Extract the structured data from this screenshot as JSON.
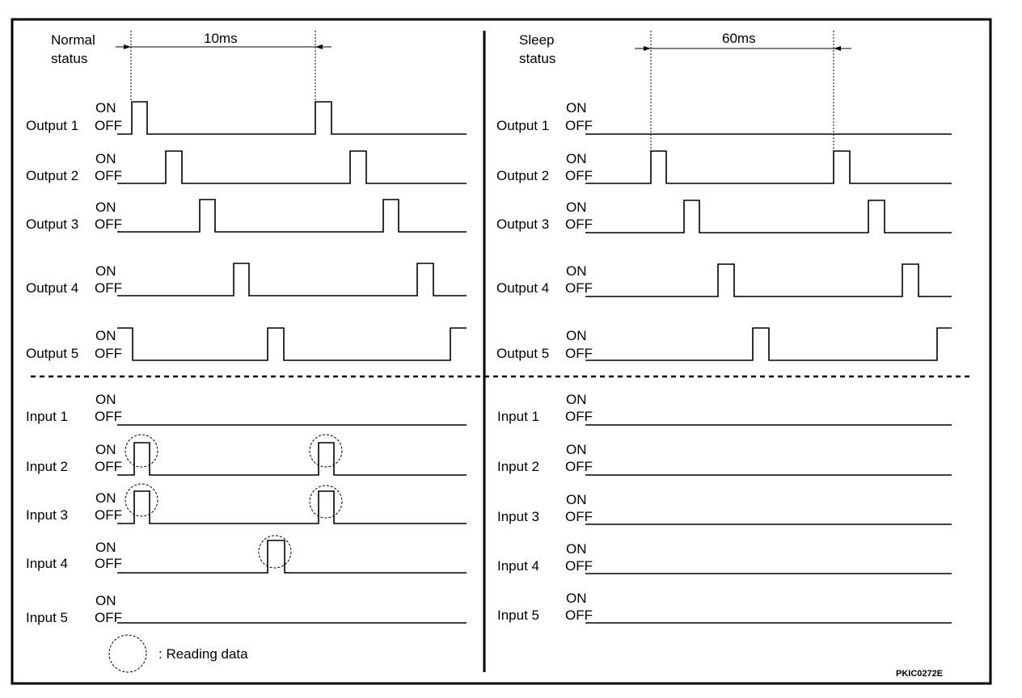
{
  "left_panel": {
    "status_label_line1": "Normal",
    "status_label_line2": "status",
    "period_label": "10ms"
  },
  "right_panel": {
    "status_label_line1": "Sleep",
    "status_label_line2": "status",
    "period_label": "60ms"
  },
  "on_label": "ON",
  "off_label": "OFF",
  "outputs": [
    "Output 1",
    "Output 2",
    "Output 3",
    "Output 4",
    "Output 5"
  ],
  "inputs": [
    "Input 1",
    "Input 2",
    "Input 3",
    "Input 4",
    "Input 5"
  ],
  "legend_label": ": Reading data",
  "figure_code": "PKIC0272E"
}
